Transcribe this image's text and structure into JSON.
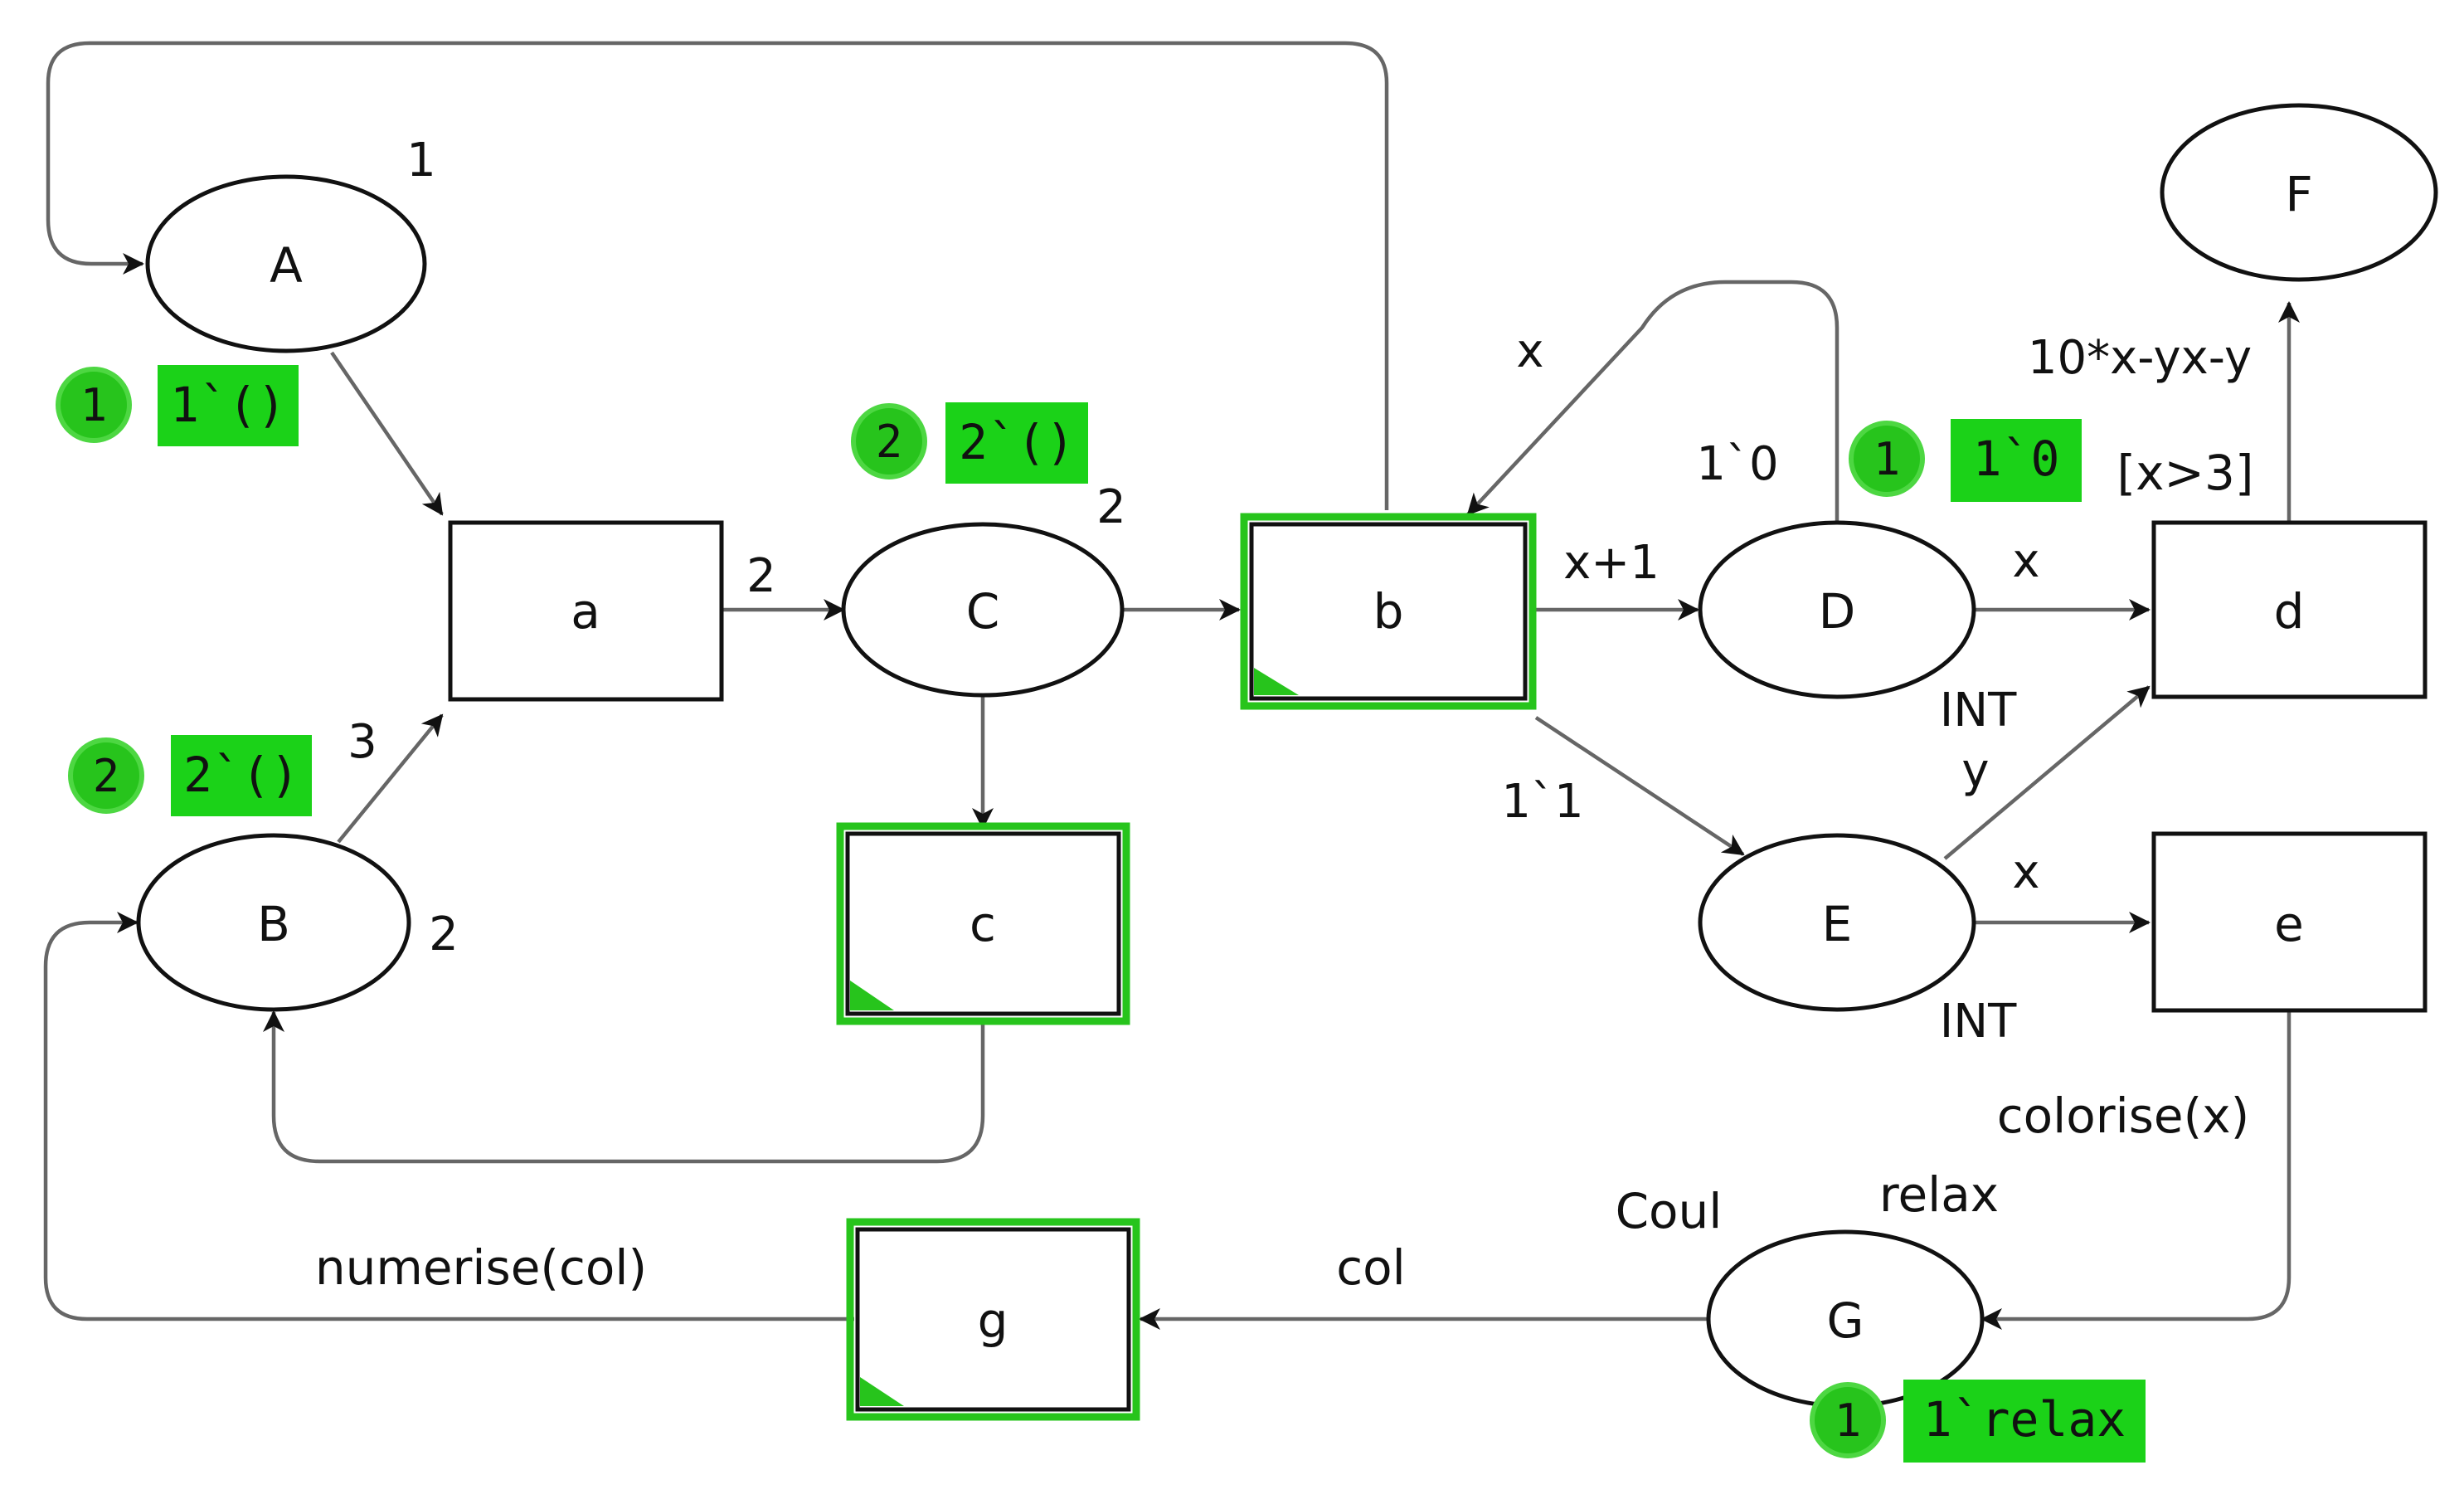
{
  "places": [
    {
      "id": "A",
      "name": "A",
      "initial_marking": "1"
    },
    {
      "id": "B",
      "name": "B",
      "initial_marking": "2"
    },
    {
      "id": "C",
      "name": "C",
      "initial_marking": "2"
    },
    {
      "id": "D",
      "name": "D",
      "initial_marking": "1`0"
    },
    {
      "id": "E",
      "name": "E",
      "type_top": "INT",
      "type_bottom": "INT"
    },
    {
      "id": "F",
      "name": "F"
    },
    {
      "id": "G",
      "name": "G",
      "type": "Coul",
      "initial_marking": "relax"
    }
  ],
  "transitions": [
    {
      "id": "a",
      "name": "a",
      "enabled": false
    },
    {
      "id": "b",
      "name": "b",
      "enabled": true
    },
    {
      "id": "c",
      "name": "c",
      "enabled": true
    },
    {
      "id": "d",
      "name": "d",
      "enabled": false,
      "guard": "[x>3]"
    },
    {
      "id": "e",
      "name": "e",
      "enabled": false
    },
    {
      "id": "g",
      "name": "g",
      "enabled": true
    }
  ],
  "arc_inscriptions": {
    "a_to_C": "2",
    "B_to_a": "3",
    "b_to_D": "x+1",
    "D_to_b": "x",
    "b_to_E": "1`1",
    "D_to_d": "x",
    "E_to_d": "y",
    "E_to_e": "x",
    "d_to_F": "10*x-yx-y",
    "e_to_G": "colorise(x)",
    "G_to_g": "col",
    "g_to_B": "numerise(col)"
  },
  "markings": [
    {
      "place": "A",
      "count": "1",
      "tokens": "1`()"
    },
    {
      "place": "B",
      "count": "2",
      "tokens": "2`()"
    },
    {
      "place": "C",
      "count": "2",
      "tokens": "2`()"
    },
    {
      "place": "D",
      "count": "1",
      "tokens": "1`0"
    },
    {
      "place": "G",
      "count": "1",
      "tokens": "1`relax"
    }
  ],
  "colors": {
    "enabled": "#27c41c",
    "marking": "#1bd218",
    "arc": "#666666",
    "outline": "#111111"
  }
}
